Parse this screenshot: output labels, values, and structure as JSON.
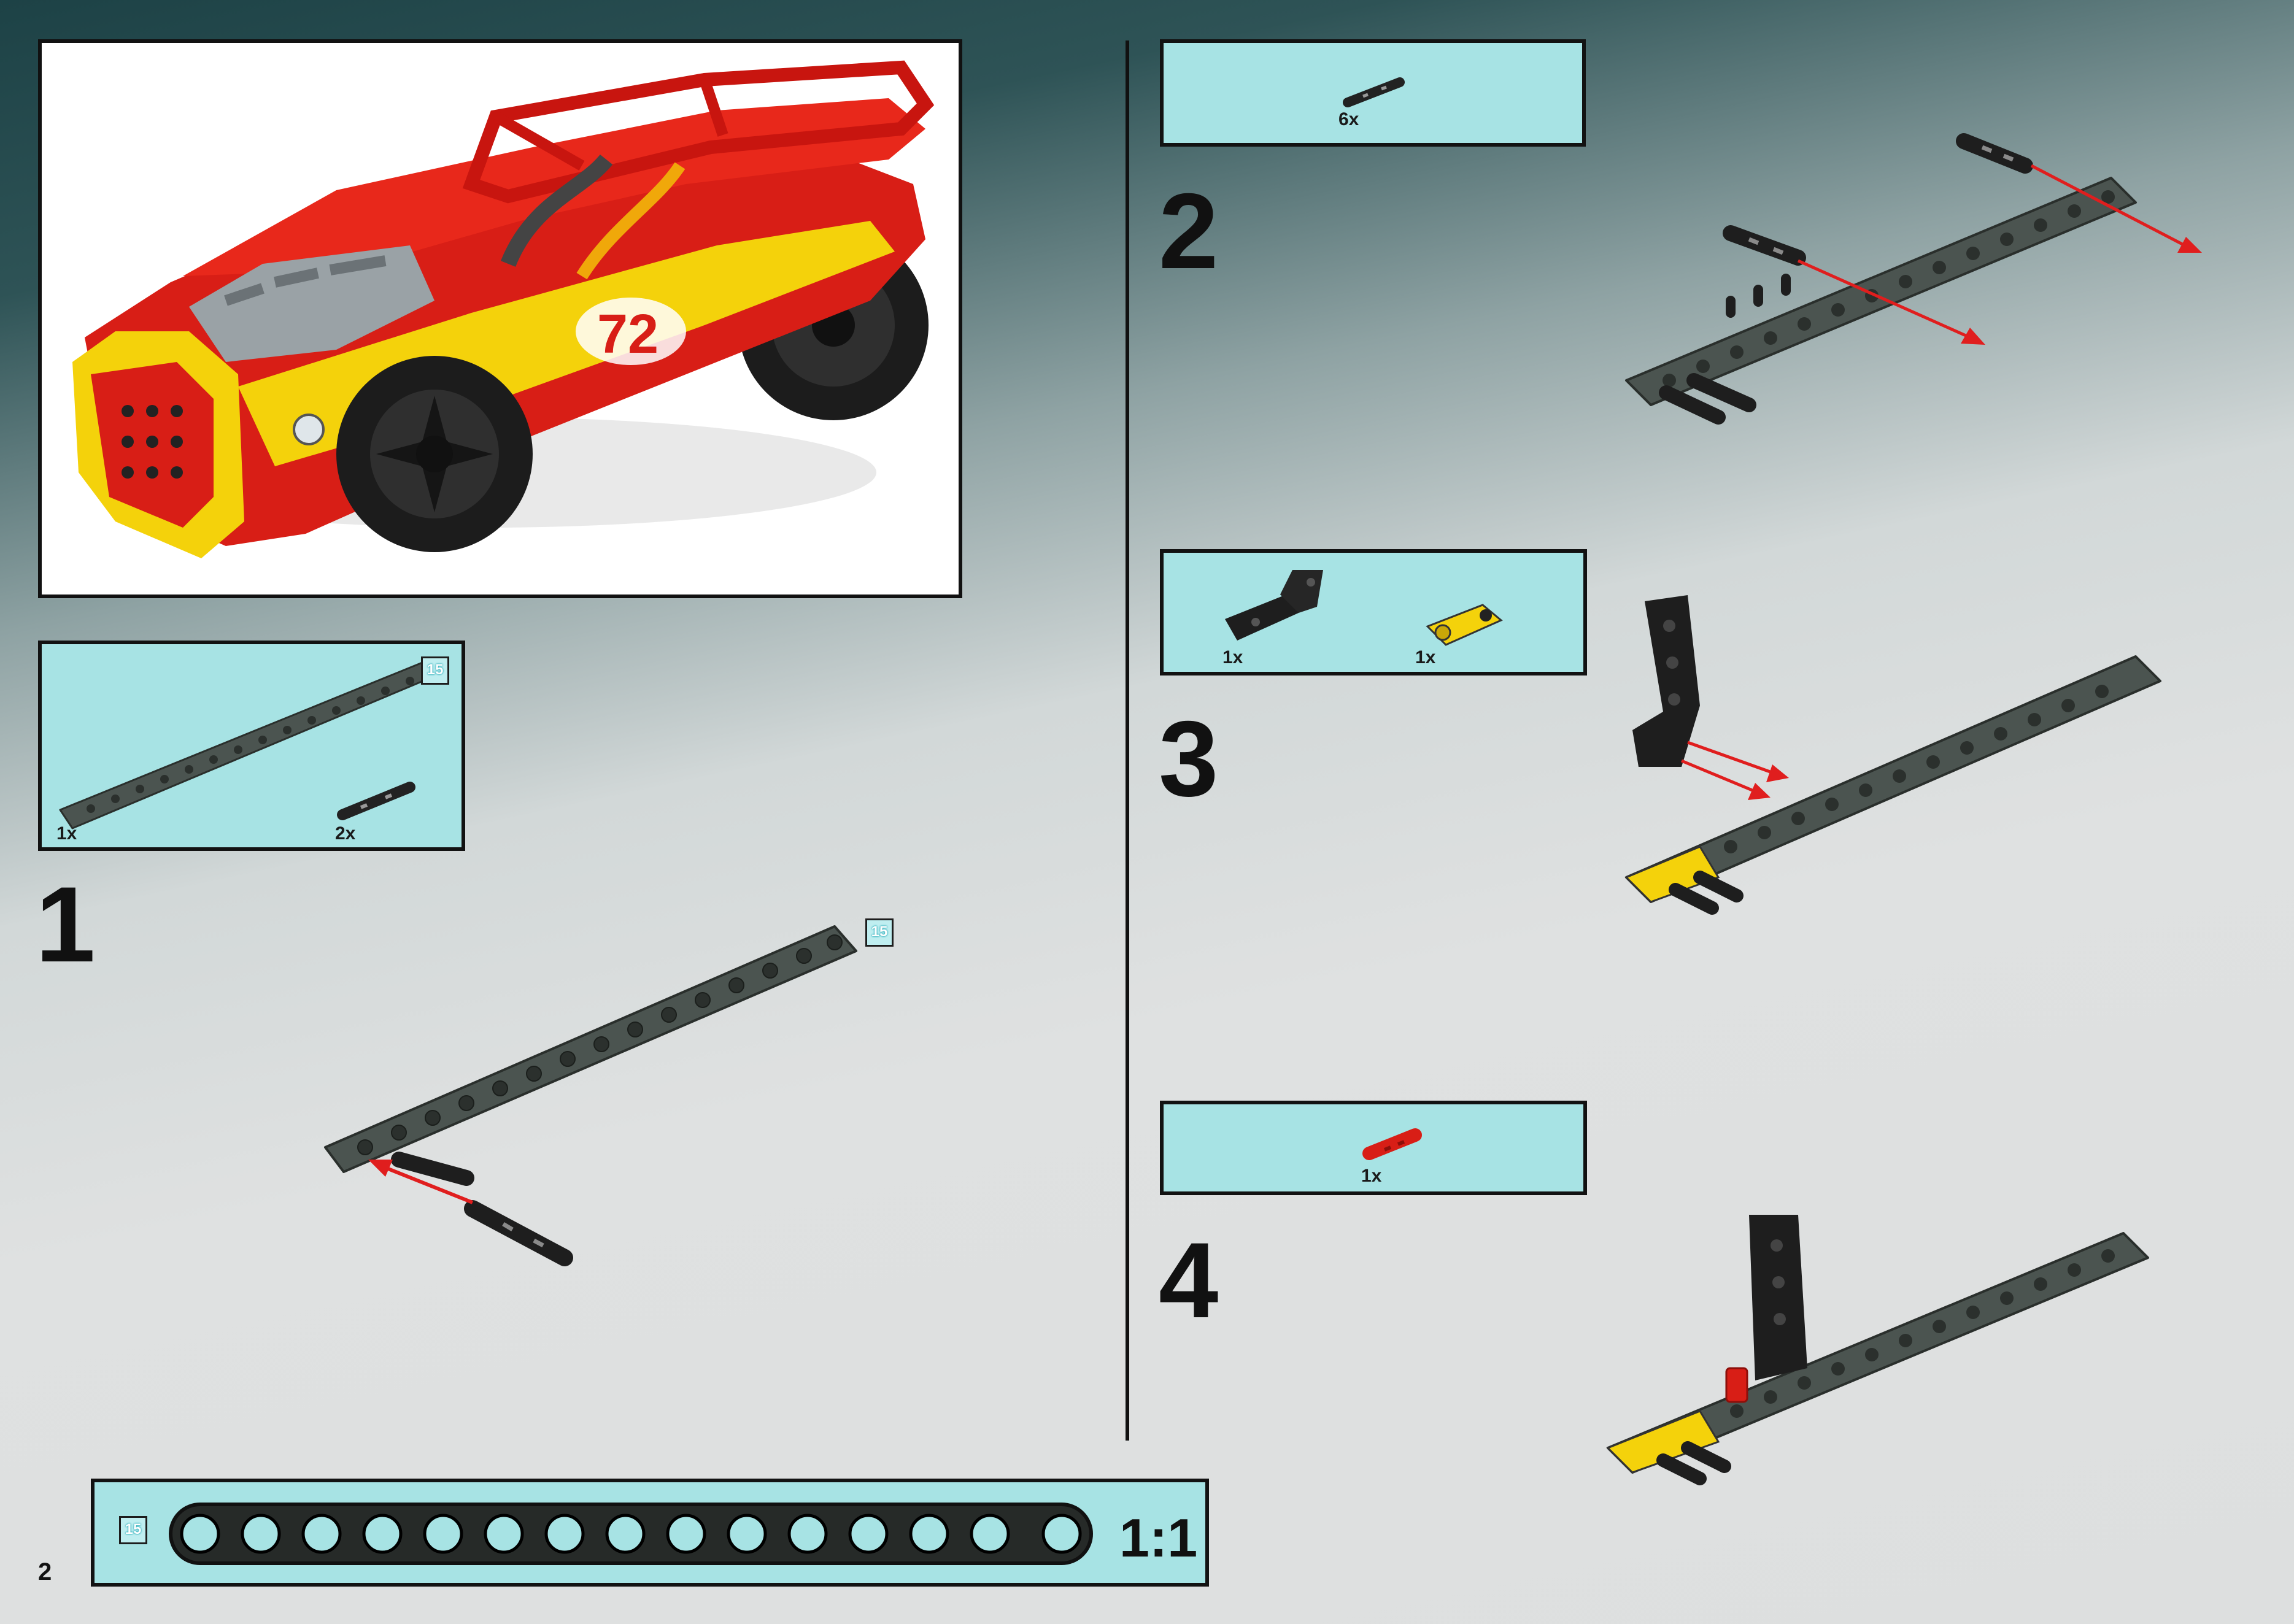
{
  "page_number": "2",
  "steps": [
    {
      "number": "1",
      "parts": [
        {
          "name": "beam-15",
          "qty": "1x"
        },
        {
          "name": "axle-pin",
          "qty": "2x"
        }
      ],
      "length_badge": "15"
    },
    {
      "number": "2",
      "parts": [
        {
          "name": "axle-pin",
          "qty": "6x"
        }
      ]
    },
    {
      "number": "3",
      "parts": [
        {
          "name": "l-beam-black",
          "qty": "1x"
        },
        {
          "name": "connector-yellow",
          "qty": "1x"
        }
      ]
    },
    {
      "number": "4",
      "parts": [
        {
          "name": "axle-red",
          "qty": "1x"
        }
      ]
    }
  ],
  "scale_reference": {
    "length_badge": "15",
    "ratio": "1:1"
  },
  "hero_car": {
    "race_number": "72"
  },
  "colors": {
    "panel": "#a7e3e4",
    "beam": "#4b5450",
    "arrow": "#e01e1e",
    "car_red": "#d81e16",
    "car_yellow": "#f4d20b"
  }
}
